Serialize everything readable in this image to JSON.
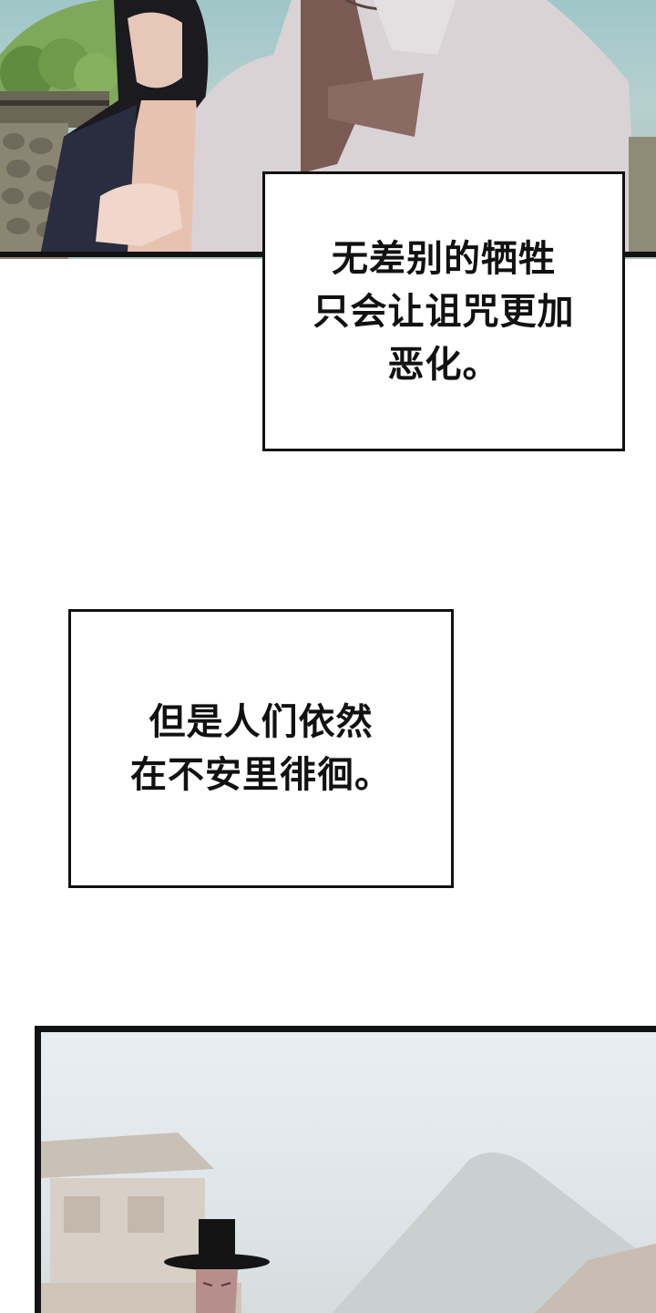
{
  "captions": [
    {
      "lines": [
        "无差别的牺牲",
        "只会让诅咒更加",
        "恶化。"
      ]
    },
    {
      "lines": [
        "但是人们依然",
        "在不安里徘徊。"
      ]
    }
  ],
  "colors": {
    "ink": "#111111",
    "page_background": "#ffffff",
    "sky_top_panel": "#9fc6c8",
    "sky_bottom_panel": "#e9eef2",
    "robe_light": "#d9d3d6",
    "robe_dark": "#2a2d3f",
    "ribbon_brown": "#7a5a52",
    "hair_black": "#1a1a1f",
    "foliage_green": "#6e9a4a"
  }
}
